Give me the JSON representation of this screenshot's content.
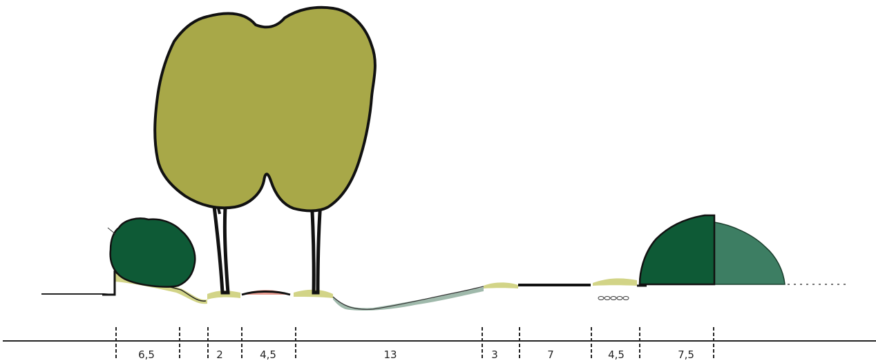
{
  "section": {
    "segments": [
      {
        "label": "6,5"
      },
      {
        "label": "2"
      },
      {
        "label": "4,5"
      },
      {
        "label": "13"
      },
      {
        "label": "3"
      },
      {
        "label": "7"
      },
      {
        "label": "4,5"
      },
      {
        "label": "7,5"
      }
    ]
  },
  "colors": {
    "tree_canopy": "#A8A848",
    "tree_outline": "#111111",
    "shrub_dark": "#0E5A36",
    "shrub_light": "#3D7E63",
    "grass": "#D2D487",
    "path_red": "#E99A8E",
    "water_green": "#7FA18F",
    "ground_line": "#222222"
  },
  "icons": [
    "tree-icon",
    "shrub-icon",
    "hedge-icon"
  ]
}
